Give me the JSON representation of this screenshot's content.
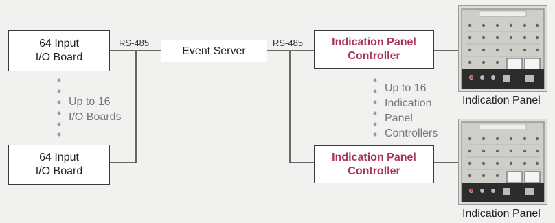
{
  "io_boards": [
    {
      "line1": "64 Input",
      "line2": "I/O Board"
    },
    {
      "line1": "64 Input",
      "line2": "I/O Board"
    }
  ],
  "event_server": "Event Server",
  "controllers": [
    {
      "line1": "Indication Panel",
      "line2": "Controller"
    },
    {
      "line1": "Indication Panel",
      "line2": "Controller"
    }
  ],
  "links": {
    "left": "RS-485",
    "right": "RS-485"
  },
  "notes": {
    "io": [
      "Up to 16",
      "I/O Boards"
    ],
    "panels": [
      "Up to 16",
      "Indication",
      "Panel",
      "Controllers"
    ]
  },
  "panels": [
    {
      "caption": "Indication Panel"
    },
    {
      "caption": "Indication Panel"
    }
  ],
  "colors": {
    "controller_text": "#a8325e",
    "background": "#f1f1ef"
  }
}
